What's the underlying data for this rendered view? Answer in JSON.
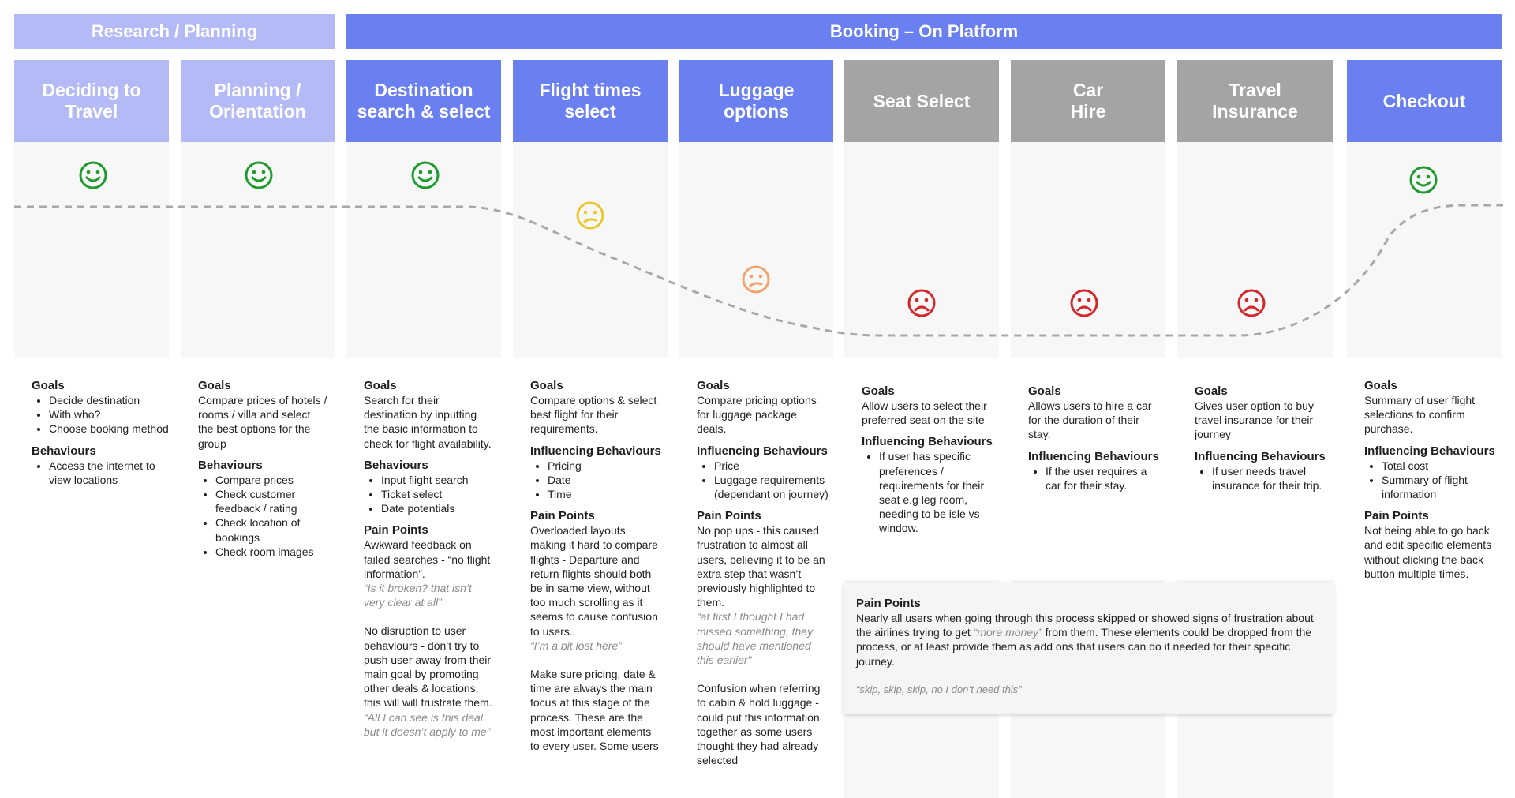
{
  "phases": [
    {
      "label": "Research / Planning"
    },
    {
      "label": "Booking – On Platform"
    }
  ],
  "colors": {
    "research_phase": "#b3baf6",
    "booking_phase": "#6a7ff0",
    "research_stage": "#b3baf6",
    "booking_stage": "#6a7ff0",
    "grey_stage": "#a4a4a4",
    "happy": "#1f9b2e",
    "neutral_yellow": "#ecc62d",
    "neutral_orange": "#f3a36a",
    "sad": "#d2282b",
    "curve": "#a8a8a8"
  },
  "stages": [
    {
      "title": "Deciding to Travel",
      "emotion": "happy",
      "goals_title": "Goals",
      "goals": [
        "Decide destination",
        "With who?",
        "Choose booking method"
      ],
      "behaviours_title": "Behaviours",
      "behaviours": [
        "Access the internet to view locations"
      ]
    },
    {
      "title": "Planning / Orientation",
      "emotion": "happy",
      "goals_title": "Goals",
      "goals_text": "Compare prices of hotels / rooms / villa and select the best options for the group",
      "behaviours_title": "Behaviours",
      "behaviours": [
        "Compare prices",
        "Check customer feedback / rating",
        "Check location of bookings",
        "Check room images"
      ]
    },
    {
      "title": "Destination search & select",
      "emotion": "happy",
      "goals_title": "Goals",
      "goals_text": "Search for their destination by inputting the basic information to check for flight availability.",
      "behaviours_title": "Behaviours",
      "behaviours": [
        "Input flight search",
        "Ticket select",
        "Date potentials"
      ],
      "pain_title": "Pain Points",
      "pain_1": "Awkward feedback on failed searches - “no flight information”.",
      "quote_1": "“Is it broken? that isn’t very clear at all”",
      "pain_2": "No disruption to user behaviours - don’t try to push user away from their main goal by promoting other deals & locations, this will will frustrate them.",
      "quote_2": "“All I can see is this deal but it doesn’t apply to me”"
    },
    {
      "title": "Flight times select",
      "emotion": "neutral_yellow",
      "goals_title": "Goals",
      "goals_text": "Compare options & select best flight for their requirements.",
      "influencing_title": "Influencing Behaviours",
      "influencing": [
        "Pricing",
        "Date",
        "Time"
      ],
      "pain_title": "Pain Points",
      "pain_1": "Overloaded layouts making it hard to compare flights - Departure and return flights should both be in same view, without too much scrolling as it seems to cause confusion to users.",
      "quote_1": "“I’m a bit lost here”",
      "pain_2": "Make sure pricing, date & time are always the main focus at this stage of the process. These are the most important elements to every user. Some users"
    },
    {
      "title": "Luggage options",
      "emotion": "neutral_orange",
      "goals_title": "Goals",
      "goals_text": "Compare pricing options for luggage package deals.",
      "influencing_title": "Influencing Behaviours",
      "influencing": [
        "Price",
        "Luggage requirements (dependant on journey)"
      ],
      "pain_title": "Pain Points",
      "pain_1": "No pop ups - this caused frustration to almost all users, believing it to be an extra step that wasn’t previously highlighted to them.",
      "quote_1": "“at first I thought I had missed something, they should have mentioned this earlier”",
      "pain_2": "Confusion when referring to cabin & hold luggage - could put this information together as some users thought they had already selected"
    },
    {
      "title": "Seat Select",
      "emotion": "sad",
      "goals_title": "Goals",
      "goals_text": "Allow users to select their preferred seat on the site",
      "influencing_title": "Influencing Behaviours",
      "influencing": [
        "If user has specific preferences / requirements for their seat e.g leg room, needing to be isle vs window."
      ]
    },
    {
      "title": "Car Hire",
      "emotion": "sad",
      "goals_title": "Goals",
      "goals_text": "Allows users to hire a car for the duration of their stay.",
      "influencing_title": "Influencing Behaviours",
      "influencing": [
        "If the user requires a car for their stay."
      ]
    },
    {
      "title": "Travel Insurance",
      "emotion": "sad",
      "goals_title": "Goals",
      "goals_text": "Gives user option to buy travel insurance for their journey",
      "influencing_title": "Influencing Behaviours",
      "influencing": [
        "If user needs travel insurance for their trip."
      ]
    },
    {
      "title": "Checkout",
      "emotion": "happy",
      "goals_title": "Goals",
      "goals_text": "Summary of user flight selections to confirm purchase.",
      "influencing_title": "Influencing Behaviours",
      "influencing": [
        "Total cost",
        "Summary of flight information"
      ],
      "pain_title": "Pain Points",
      "pain_1": "Not being able to go back and edit specific elements without clicking the back button multiple times."
    }
  ],
  "shared_pain": {
    "title": "Pain Points",
    "text_before": "Nearly all users when going through this process skipped or showed signs of frustration about the airlines trying to get ",
    "text_em": "“more money”",
    "text_after": " from them. These elements could be dropped from the process, or at least provide them as add ons that users can do if needed for their specific journey.",
    "quote": "“skip, skip, skip,  no I don’t need this”"
  }
}
